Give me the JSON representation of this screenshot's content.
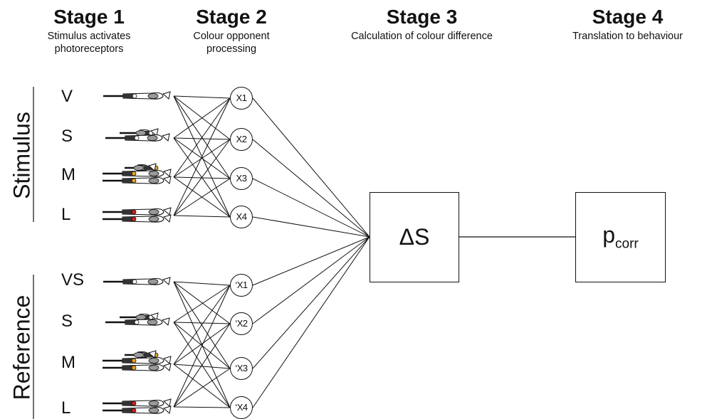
{
  "stages": [
    {
      "title": "Stage 1",
      "subtitle": "Stimulus activates photoreceptors"
    },
    {
      "title": "Stage 2",
      "subtitle": "Colour opponent processing"
    },
    {
      "title": "Stage 3",
      "subtitle": "Calculation of colour difference"
    },
    {
      "title": "Stage 4",
      "subtitle": "Translation to behaviour"
    }
  ],
  "groups": {
    "stimulus": {
      "label": "Stimulus",
      "receptors": [
        "V",
        "S",
        "M",
        "L"
      ],
      "nodes": [
        "X1",
        "X2",
        "X3",
        "X4"
      ]
    },
    "reference": {
      "label": "Reference",
      "receptors": [
        "VS",
        "S",
        "M",
        "L"
      ],
      "nodes": [
        "‘X1",
        "‘X2",
        "‘X3",
        "‘X4"
      ]
    }
  },
  "delta_box": {
    "label": "ΔS"
  },
  "p_box": {
    "base": "p",
    "subscript": "corr"
  },
  "colors": {
    "line": "#111111",
    "m_cone_oil": "#e8a020",
    "l_cone_oil": "#d42020",
    "cell_gray": "#999999"
  }
}
